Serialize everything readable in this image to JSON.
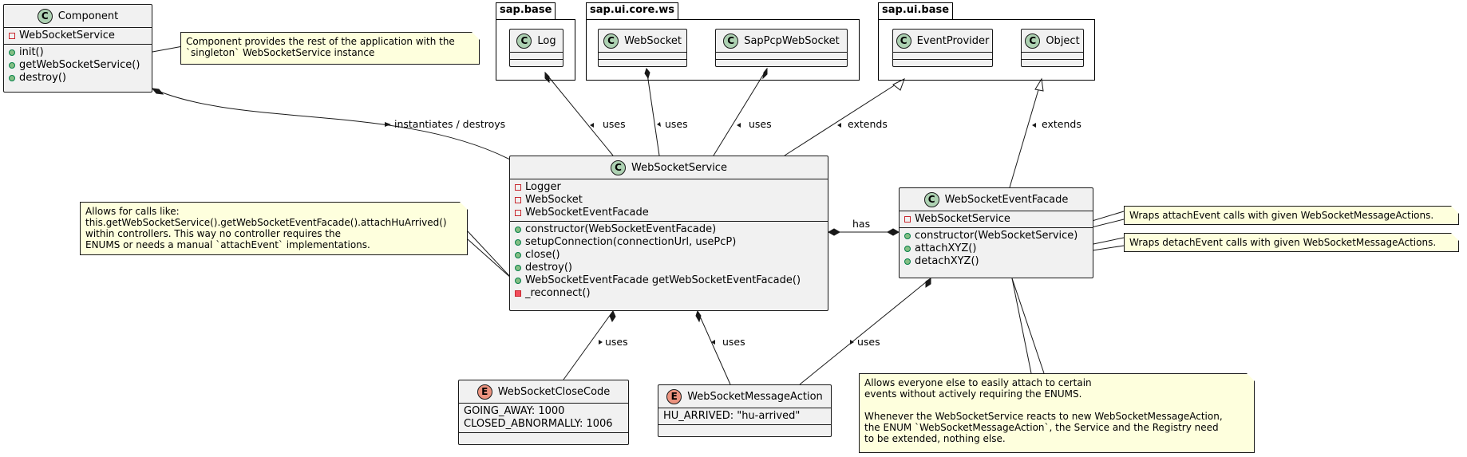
{
  "packages": [
    {
      "name": "sap.base"
    },
    {
      "name": "sap.ui.core.ws"
    },
    {
      "name": "sap.ui.base"
    }
  ],
  "classes": {
    "component": {
      "badge": "C",
      "name": "Component",
      "attributes": [
        "WebSocketService"
      ],
      "methods": [
        "init()",
        "getWebSocketService()",
        "destroy()"
      ]
    },
    "log": {
      "badge": "C",
      "name": "Log"
    },
    "websocket": {
      "badge": "C",
      "name": "WebSocket"
    },
    "sappcpwebsocket": {
      "badge": "C",
      "name": "SapPcpWebSocket"
    },
    "eventprovider": {
      "badge": "C",
      "name": "EventProvider"
    },
    "object": {
      "badge": "C",
      "name": "Object"
    },
    "websocketservice": {
      "badge": "C",
      "name": "WebSocketService",
      "attributes": [
        "Logger",
        "WebSocket",
        "WebSocketEventFacade"
      ],
      "methods": [
        "constructor(WebSocketEventFacade)",
        "setupConnection(connectionUrl, usePcP)",
        "close()",
        "destroy()",
        "WebSocketEventFacade getWebSocketEventFacade()",
        "_reconnect()"
      ]
    },
    "websocketeventfacade": {
      "badge": "C",
      "name": "WebSocketEventFacade",
      "attributes": [
        "WebSocketService"
      ],
      "methods": [
        "constructor(WebSocketService)",
        "attachXYZ()",
        "detachXYZ()"
      ]
    },
    "websocketclosecode": {
      "badge": "E",
      "name": "WebSocketCloseCode",
      "values": [
        "GOING_AWAY: 1000",
        "CLOSED_ABNORMALLY: 1006"
      ]
    },
    "websocketmessageaction": {
      "badge": "E",
      "name": "WebSocketMessageAction",
      "values": [
        "HU_ARRIVED: \"hu-arrived\""
      ]
    }
  },
  "notes": {
    "component_note": [
      "Component provides the rest of the application with the",
      "`singleton` WebSocketService instance"
    ],
    "service_note": [
      "Allows for calls like:",
      "this.getWebSocketService().getWebSocketEventFacade().attachHuArrived()",
      "within controllers. This way no controller requires the",
      "ENUMS or needs a manual `attachEvent` implementations."
    ],
    "attach_note": [
      "Wraps attachEvent calls with given WebSocketMessageActions."
    ],
    "detach_note": [
      "Wraps detachEvent calls with given WebSocketMessageActions."
    ],
    "facade_note": [
      "Allows everyone else to easily attach to certain",
      "events without actively requiring the ENUMS.",
      "",
      "Whenever the WebSocketService reacts to new WebSocketMessageAction,",
      "the ENUM `WebSocketMessageAction`, the Service and the Registry need",
      "to be extended, nothing else."
    ]
  },
  "relations": {
    "instantiates": "instantiates / destroys",
    "uses_log": "uses",
    "uses_websocket": "uses",
    "uses_sappcp": "uses",
    "extends_eventprovider": "extends",
    "extends_object": "extends",
    "has": "has",
    "uses_closecode": "uses",
    "uses_messageaction": "uses",
    "facade_uses_messageaction": "uses"
  },
  "colors": {
    "class_fill": "#f1f1f1",
    "class_badge": "#add1b2",
    "enum_badge": "#eb937f",
    "note_fill": "#feffdd",
    "public_marker": "#84be84",
    "private_marker": "#c82930"
  }
}
